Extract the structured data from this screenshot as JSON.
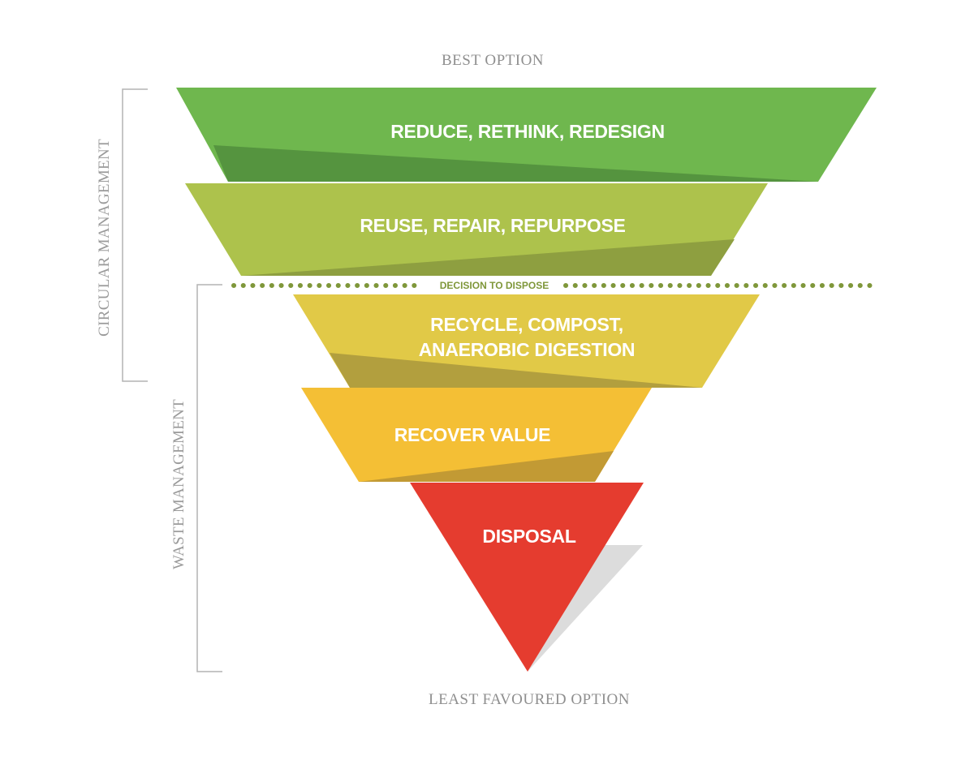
{
  "top_caption": "BEST OPTION",
  "bottom_caption": "LEAST FAVOURED OPTION",
  "divider": {
    "label": "DECISION TO DISPOSE",
    "color": "#7f973a"
  },
  "side_labels": {
    "circular": "CIRCULAR MANAGEMENT",
    "waste": "WASTE MANAGEMENT"
  },
  "tiers": [
    {
      "lines": [
        "REDUCE, RETHINK, REDESIGN"
      ],
      "color": "#6fb74e",
      "shade": "#55943f"
    },
    {
      "lines": [
        "REUSE, REPAIR, REPURPOSE"
      ],
      "color": "#adc24c",
      "shade": "#8e9f40"
    },
    {
      "lines": [
        "RECYCLE, COMPOST,",
        "ANAEROBIC DIGESTION"
      ],
      "color": "#e1c947",
      "shade": "#b29f3e"
    },
    {
      "lines": [
        "RECOVER VALUE"
      ],
      "color": "#f4bf35",
      "shade": "#c29a34"
    },
    {
      "lines": [
        "DISPOSAL"
      ],
      "color": "#e53c2f",
      "shade": "#dcdcdc"
    }
  ]
}
